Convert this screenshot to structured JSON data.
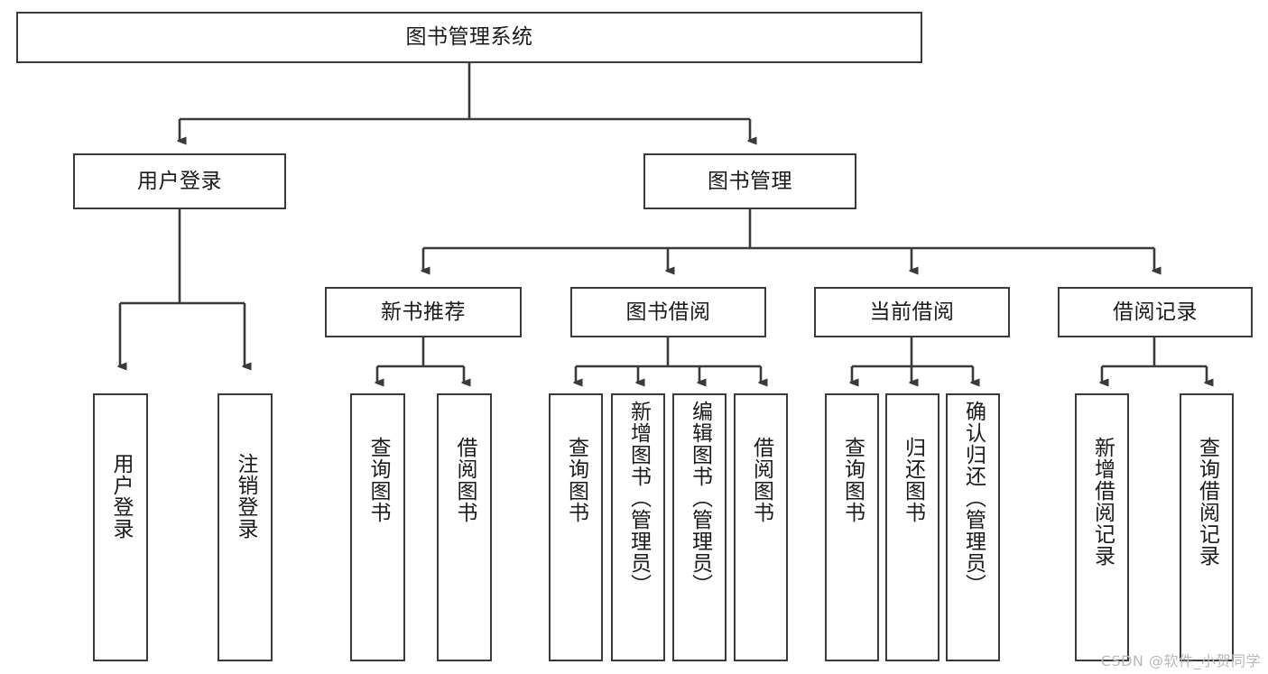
{
  "diagram": {
    "title": "图书管理系统",
    "type": "tree-hierarchy",
    "root": {
      "label": "图书管理系统"
    },
    "level2": [
      {
        "label": "用户登录"
      },
      {
        "label": "图书管理"
      }
    ],
    "level3": [
      {
        "label": "新书推荐"
      },
      {
        "label": "图书借阅"
      },
      {
        "label": "当前借阅"
      },
      {
        "label": "借阅记录"
      }
    ],
    "leaves": {
      "user_login": [
        {
          "label": "用户登录"
        },
        {
          "label": "注销登录"
        }
      ],
      "new_book_recommend": [
        {
          "label": "查询图书"
        },
        {
          "label": "借阅图书"
        }
      ],
      "book_borrow": [
        {
          "label": "查询图书"
        },
        {
          "label": "新增图书（管理员）"
        },
        {
          "label": "编辑图书（管理员）"
        },
        {
          "label": "借阅图书"
        }
      ],
      "current_borrow": [
        {
          "label": "查询图书"
        },
        {
          "label": "归还图书"
        },
        {
          "label": "确认归还（管理员）"
        }
      ],
      "borrow_records": [
        {
          "label": "新增借阅记录"
        },
        {
          "label": "查询借阅记录"
        }
      ]
    }
  },
  "watermark": {
    "text": "CSDN @软件_小贺同学"
  },
  "colors": {
    "border": "#3a3a3a",
    "background": "#ffffff",
    "text": "#1a1a1a",
    "watermark": "#b9b9b9"
  }
}
